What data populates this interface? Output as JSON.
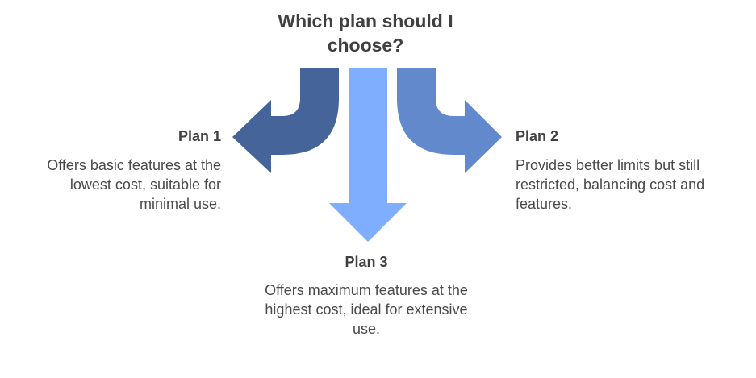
{
  "title": "Which plan should I choose?",
  "colors": {
    "plan1_arrow": "#45649a",
    "plan2_arrow": "#6189cb",
    "plan3_arrow": "#80aefe",
    "text": "#404040"
  },
  "plans": [
    {
      "name": "Plan 1",
      "description": "Offers basic features at the lowest cost, suitable for minimal use."
    },
    {
      "name": "Plan 2",
      "description": "Provides better limits but still restricted, balancing cost and features."
    },
    {
      "name": "Plan 3",
      "description": "Offers maximum features at the highest cost, ideal for extensive use."
    }
  ]
}
